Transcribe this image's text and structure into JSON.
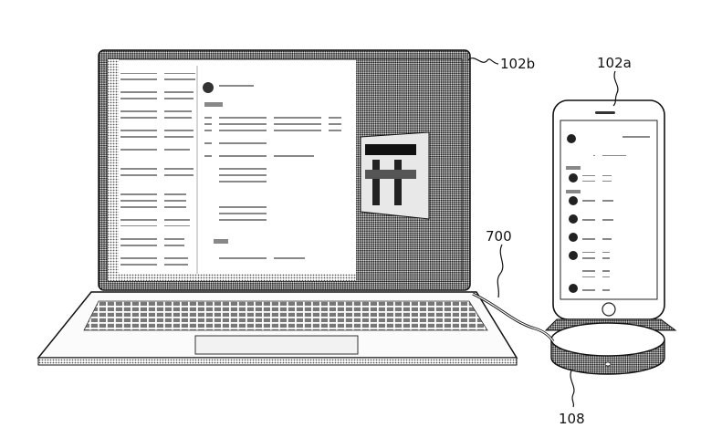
{
  "labels": {
    "laptop": "102b",
    "phone": "102a",
    "cable": "700",
    "hub": "108"
  },
  "colors": {
    "ink": "#111111",
    "halftone": "#4a4a4a",
    "paper": "#ffffff",
    "screen_dark": "#1a1a1a"
  }
}
